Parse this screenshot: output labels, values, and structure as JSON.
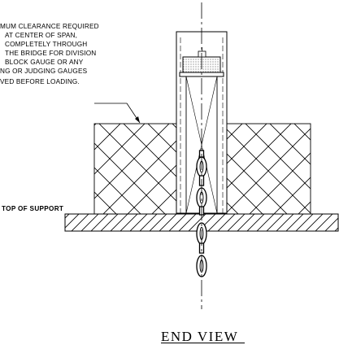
{
  "note": {
    "lines": [
      "MUM CLEARANCE REQUIRED",
      "AT CENTER OF SPAN,",
      "COMPLETELY THROUGH",
      "THE BRIDGE FOR DIVISION",
      "BLOCK GAUGE OR ANY",
      "NG OR JUDGING GAUGES",
      "VED BEFORE LOADING."
    ]
  },
  "labels": {
    "top_of_support": "TOP OF SUPPORT",
    "view_title": "END VIEW"
  }
}
